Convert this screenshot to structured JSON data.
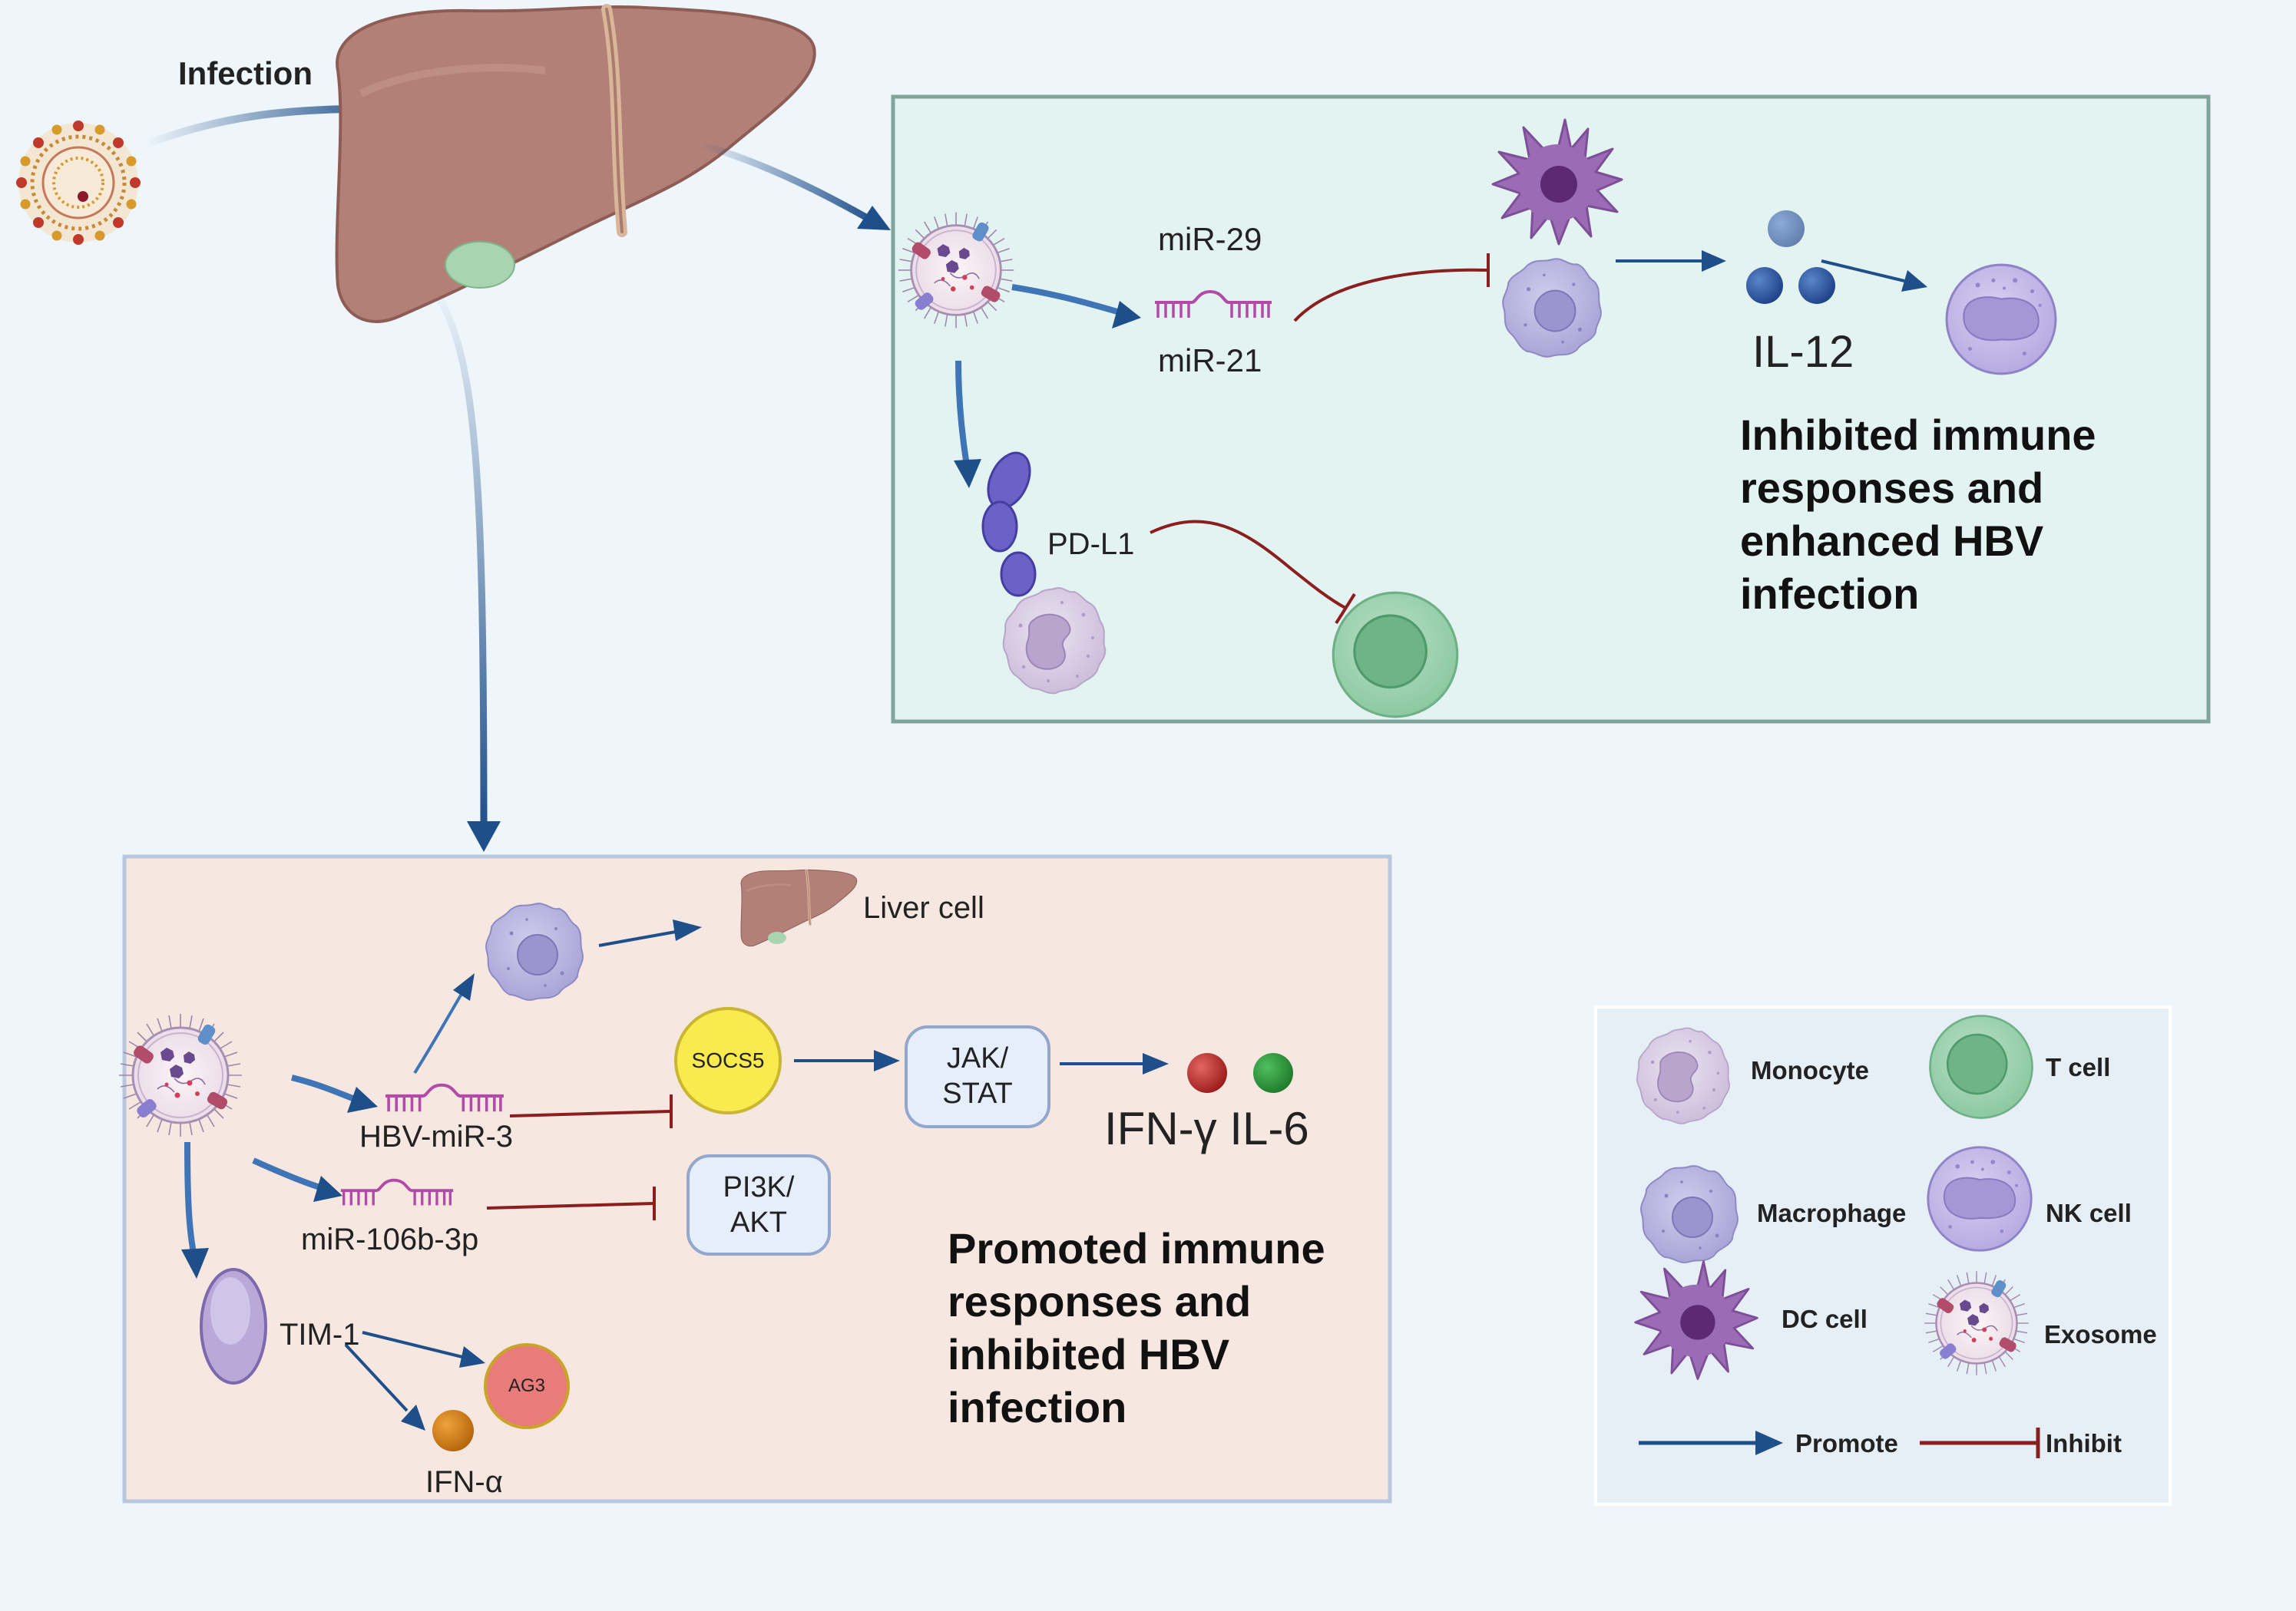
{
  "top": {
    "infection_label": "Infection"
  },
  "upper_panel": {
    "mir29": "miR-29",
    "mir21": "miR-21",
    "il12": "IL-12",
    "pdl1": "PD-L1",
    "title_lines": [
      "Inhibited immune",
      "responses and",
      "enhanced HBV",
      "infection"
    ]
  },
  "lower_panel": {
    "liver_cell": "Liver cell",
    "hbv_mir3": "HBV-miR-3",
    "mir106b": "miR-106b-3p",
    "socs5": "SOCS5",
    "jak_stat": [
      "JAK/",
      "STAT"
    ],
    "pi3k_akt": [
      "PI3K/",
      "AKT"
    ],
    "ifn_il6": "IFN-γ IL-6",
    "tim1": "TIM-1",
    "ag3": "AG3",
    "ifn_alpha": "IFN-α",
    "title_lines": [
      "Promoted immune",
      "responses and",
      "inhibited HBV",
      "infection"
    ]
  },
  "legend": {
    "monocyte": "Monocyte",
    "t_cell": "T cell",
    "macrophage": "Macrophage",
    "nk_cell": "NK cell",
    "dc_cell": "DC cell",
    "exosome": "Exosome",
    "promote": "Promote",
    "inhibit": "Inhibit"
  },
  "colors": {
    "promote_arrow": "#1f4f8a",
    "inhibit_line": "#8b1e1e",
    "upper_panel_bg": "#e3f3f1",
    "upper_panel_border": "#7fa59a",
    "lower_panel_bg": "#f6e7e0",
    "lower_panel_border": "#b9c8dc",
    "legend_bg": "#e6eef6"
  }
}
